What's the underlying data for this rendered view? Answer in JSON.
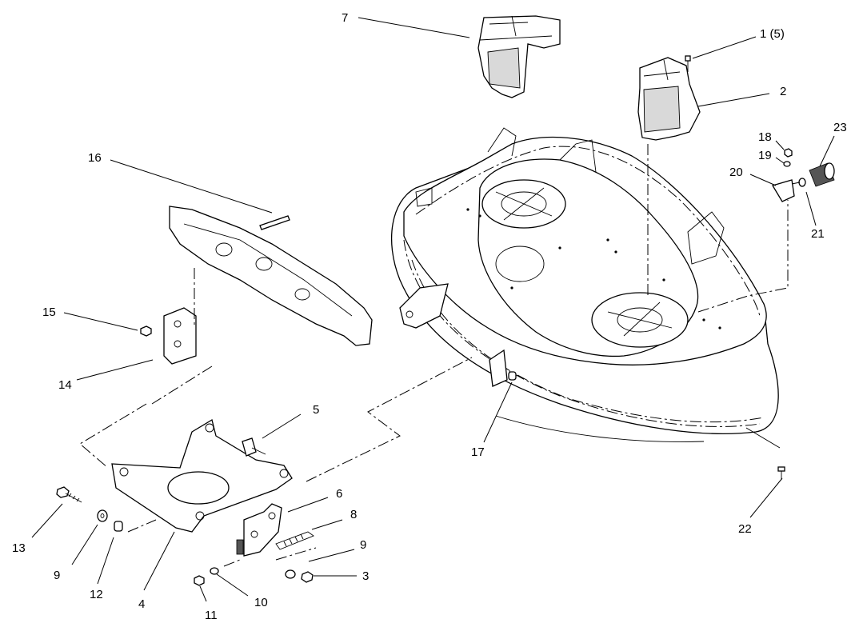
{
  "callouts": {
    "c1": "1  (5)",
    "c2": "2",
    "c3": "3",
    "c4": "4",
    "c5": "5",
    "c6": "6",
    "c7": "7",
    "c8": "8",
    "c9a": "9",
    "c9b": "9",
    "c10": "10",
    "c11": "11",
    "c12": "12",
    "c13": "13",
    "c14": "14",
    "c15": "15",
    "c16": "16",
    "c17": "17",
    "c18": "18",
    "c19": "19",
    "c20": "20",
    "c21": "21",
    "c22": "22",
    "c23": "23"
  }
}
